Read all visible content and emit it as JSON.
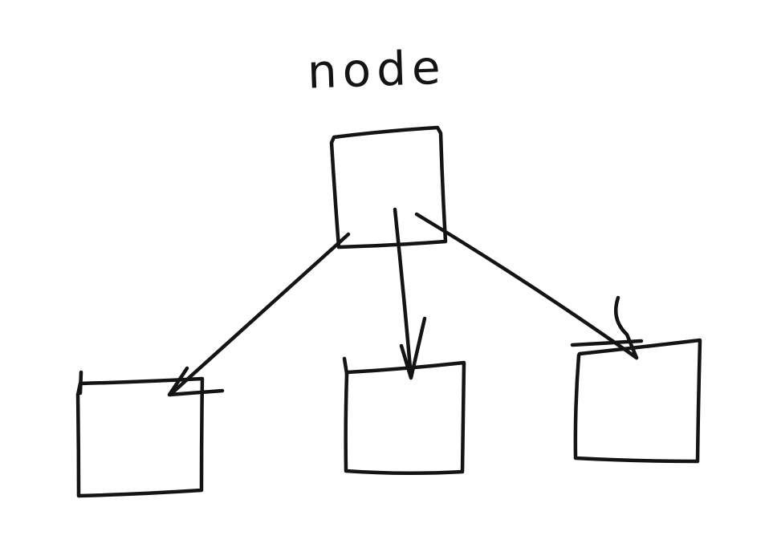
{
  "diagram": {
    "ink_color": "#141414",
    "background_color": "#ffffff",
    "nodes": [
      {
        "id": "root",
        "label": "node",
        "shape": "rectangle"
      },
      {
        "id": "child-left",
        "label": "",
        "shape": "rectangle"
      },
      {
        "id": "child-center",
        "label": "",
        "shape": "rectangle"
      },
      {
        "id": "child-right",
        "label": "",
        "shape": "rectangle"
      }
    ],
    "edges": [
      {
        "from": "root",
        "to": "child-left",
        "style": "arrow"
      },
      {
        "from": "root",
        "to": "child-center",
        "style": "arrow"
      },
      {
        "from": "root",
        "to": "child-right",
        "style": "arrow"
      }
    ]
  }
}
